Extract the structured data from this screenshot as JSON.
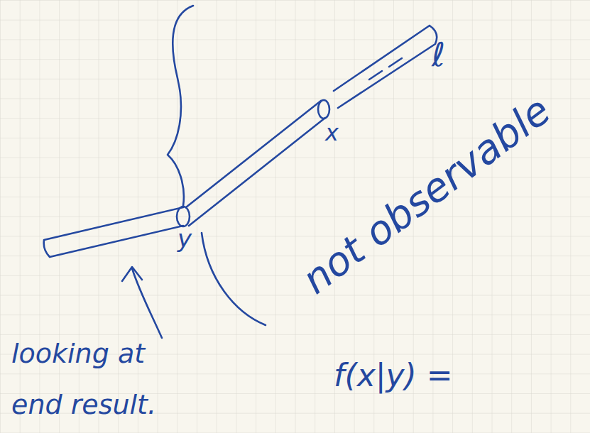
{
  "diagram": {
    "labels": [
      "y",
      "x",
      "ℓ",
      "not observable",
      "looking at end result.",
      "f(x|y) ="
    ]
  }
}
